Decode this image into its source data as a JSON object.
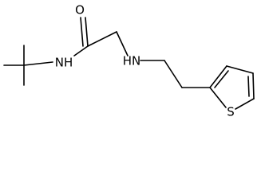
{
  "molecule": {
    "atoms": {
      "oxygen": "O",
      "amide_nitrogen": "NH",
      "amine_nitrogen": "HN",
      "sulfur": "S"
    },
    "colors": {
      "bond": "#000000",
      "label": "#000000",
      "background": "#ffffff"
    }
  }
}
